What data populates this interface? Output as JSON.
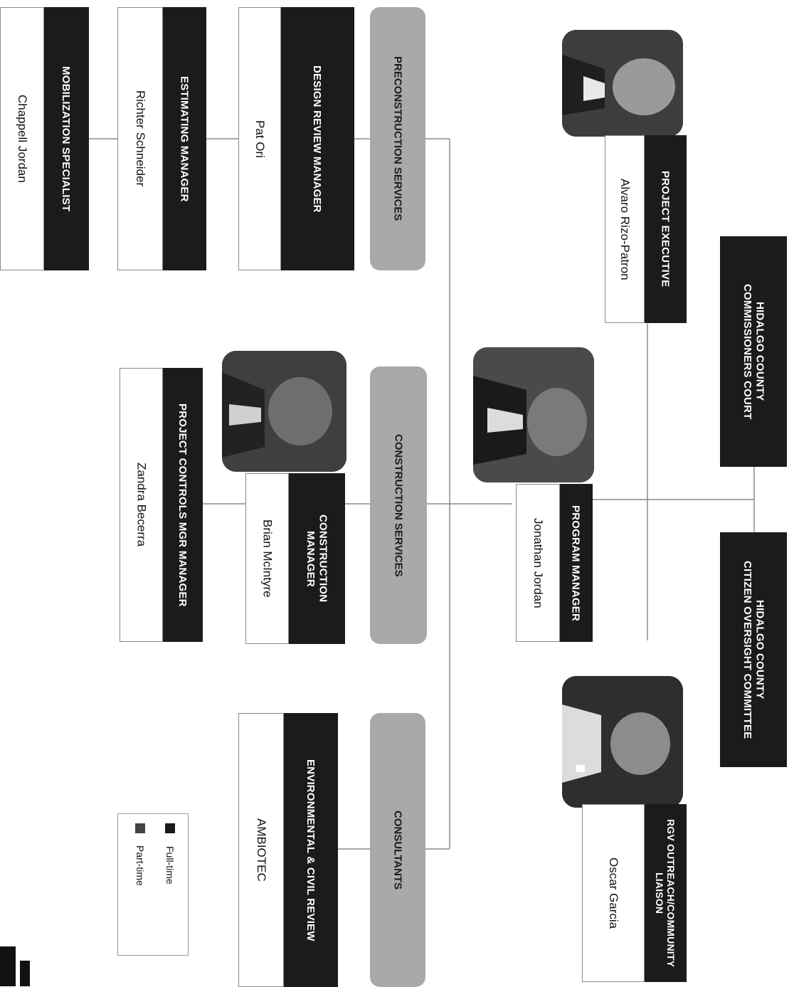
{
  "top": {
    "commissioners_court": "HIDALGO COUNTY\nCOMMISSIONERS COURT",
    "oversight_committee": "HIDALGO COUNTY\nCITIZEN OVERSIGHT COMMITTEE"
  },
  "leaders": {
    "project_executive": {
      "title": "PROJECT EXECUTIVE",
      "name": "Alvaro Rizo-Patron"
    },
    "program_manager": {
      "title": "PROGRAM MANAGER",
      "name": "Jonathan Jordan"
    },
    "rgv_liaison": {
      "title": "RGV OUTREACH/COMMUNITY\nLIAISON",
      "name": "Oscar Garcia"
    }
  },
  "groups": {
    "preconstruction": "PRECONSTRUCTION SERVICES",
    "construction": "CONSTRUCTION SERVICES",
    "consultants": "CONSULTANTS"
  },
  "staff": {
    "design_review": {
      "title": "DESIGN REVIEW MANAGER",
      "name": "Pat Ori"
    },
    "estimating": {
      "title": "ESTIMATING MANAGER",
      "name": "Richter Schneider"
    },
    "mobilization": {
      "title": "MOBILIZATION SPECIALIST",
      "name": "Chappell Jordan"
    },
    "construction_manager": {
      "title": "CONSTRUCTION\nMANAGER",
      "name": "Brian McIntyre"
    },
    "project_controls": {
      "title": "PROJECT CONTROLS MGR MANAGER",
      "name": "Zandra Becerra"
    },
    "environmental": {
      "title": "ENVIRONMENTAL & CIVIL REVIEW",
      "name": "AMBIOTEC"
    }
  },
  "legend": {
    "full_time": "Full-time",
    "part_time": "Part-time"
  },
  "colors": {
    "box_dark": "#1b1b1b",
    "group_gray": "#a9a9a9",
    "line": "#8c8c8c"
  }
}
